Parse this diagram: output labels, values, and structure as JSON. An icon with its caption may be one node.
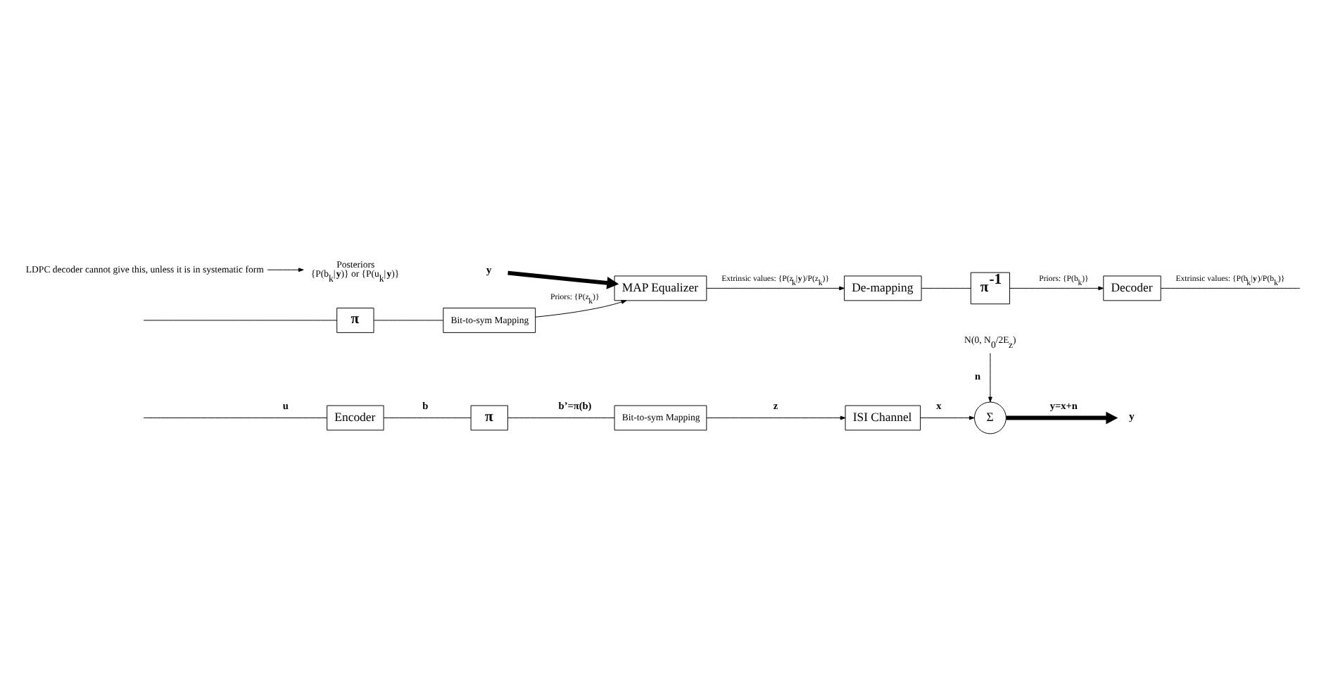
{
  "diagram": {
    "nodes": [
      {
        "text": [
          "Encoder"
        ]
      },
      {
        "text": [
          "π"
        ]
      },
      {
        "text": [
          "Bit-to-sym Mapping"
        ]
      },
      {
        "text": [
          "ISI Channel"
        ]
      },
      {
        "text": [
          "Σ"
        ]
      },
      {
        "text": [
          "y"
        ]
      },
      {
        "text": [
          "N(0, N$_{0}$/2E$_{z}$)"
        ]
      },
      {
        "text": [
          "Bit-to-sym Mapping"
        ]
      },
      {
        "text": [
          "π"
        ]
      },
      {
        "text": [
          "MAP Equalizer"
        ]
      },
      {
        "text": [
          "y"
        ]
      },
      {
        "text": [
          "De-mapping"
        ]
      },
      {
        "text": [
          "π$^{-1}$"
        ]
      },
      {
        "text": [
          "Decoder"
        ]
      },
      {
        "text": [
          "LDPC decoder cannot give this, unless it is in systematic form"
        ]
      },
      {
        "text": [
          "Posteriors",
          "{P(b$_{k}$|**y**)} or {P(u$_{k}$|**y**)}"
        ]
      }
    ],
    "edges": [
      {
        "from": null,
        "to": 0,
        "arrow": "none",
        "label": "u"
      },
      {
        "from": 0,
        "to": 1,
        "arrow": "none",
        "label": "b"
      },
      {
        "from": 1,
        "to": 2,
        "arrow": "none",
        "label": "b’=π(b)"
      },
      {
        "from": 2,
        "to": 3,
        "arrow": "to",
        "label": "z"
      },
      {
        "from": 3,
        "to": 4,
        "arrow": "to",
        "label": "x"
      },
      {
        "from": 4,
        "to": 5,
        "arrow": "to",
        "label": "y=x+n",
        "style": "thick"
      },
      {
        "from": 6,
        "to": 4,
        "arrow": "to",
        "label": "n"
      },
      {
        "from": null,
        "to": 8,
        "arrow": "none"
      },
      {
        "from": 8,
        "to": 7,
        "arrow": "none"
      },
      {
        "from": 7,
        "to": 9,
        "arrow": "to",
        "label": "Priors: {P(z$_{k}$)}"
      },
      {
        "from": 10,
        "to": 9,
        "arrow": "to",
        "style": "thick"
      },
      {
        "from": 9,
        "to": 11,
        "arrow": "to",
        "label": "Extrinsic values: {P(z$_{k}$|**y**)/P(z$_{k}$)}"
      },
      {
        "from": 11,
        "to": 12,
        "arrow": "none"
      },
      {
        "from": 12,
        "to": 13,
        "arrow": "to",
        "label": "Priors: {P(b$_{k}$)}"
      },
      {
        "from": 13,
        "to": null,
        "arrow": "none",
        "label": "Extrinsic values: {P(b$_{k}$|**y**)/P(b$_{k}$)}"
      },
      {
        "from": 14,
        "to": 15,
        "arrow": "to"
      }
    ]
  }
}
